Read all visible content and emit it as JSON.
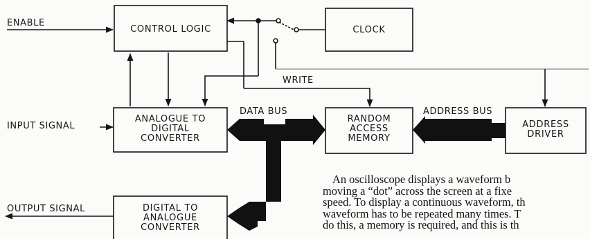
{
  "labels": {
    "enable": "ENABLE",
    "input_signal": "INPUT SIGNAL",
    "output_signal": "OUTPUT SIGNAL",
    "write": "WRITE",
    "data_bus": "DATA BUS",
    "address_bus": "ADDRESS BUS"
  },
  "blocks": {
    "control_logic": [
      "CONTROL LOGIC"
    ],
    "clock": [
      "CLOCK"
    ],
    "adc": [
      "ANALOGUE TO",
      "DIGITAL",
      "CONVERTER"
    ],
    "ram": [
      "RANDOM",
      "ACCESS",
      "MEMORY"
    ],
    "address_driver": [
      "ADDRESS",
      "DRIVER"
    ],
    "dac": [
      "DIGITAL TO",
      "ANALOGUE",
      "CONVERTER"
    ]
  },
  "paragraph": [
    "An oscilloscope displays a waveform b",
    "moving a “dot” across the screen at a fixe",
    "speed. To display a continuous waveform, th",
    "waveform has to be repeated many times. T",
    "do this, a memory is required, and this is th"
  ]
}
